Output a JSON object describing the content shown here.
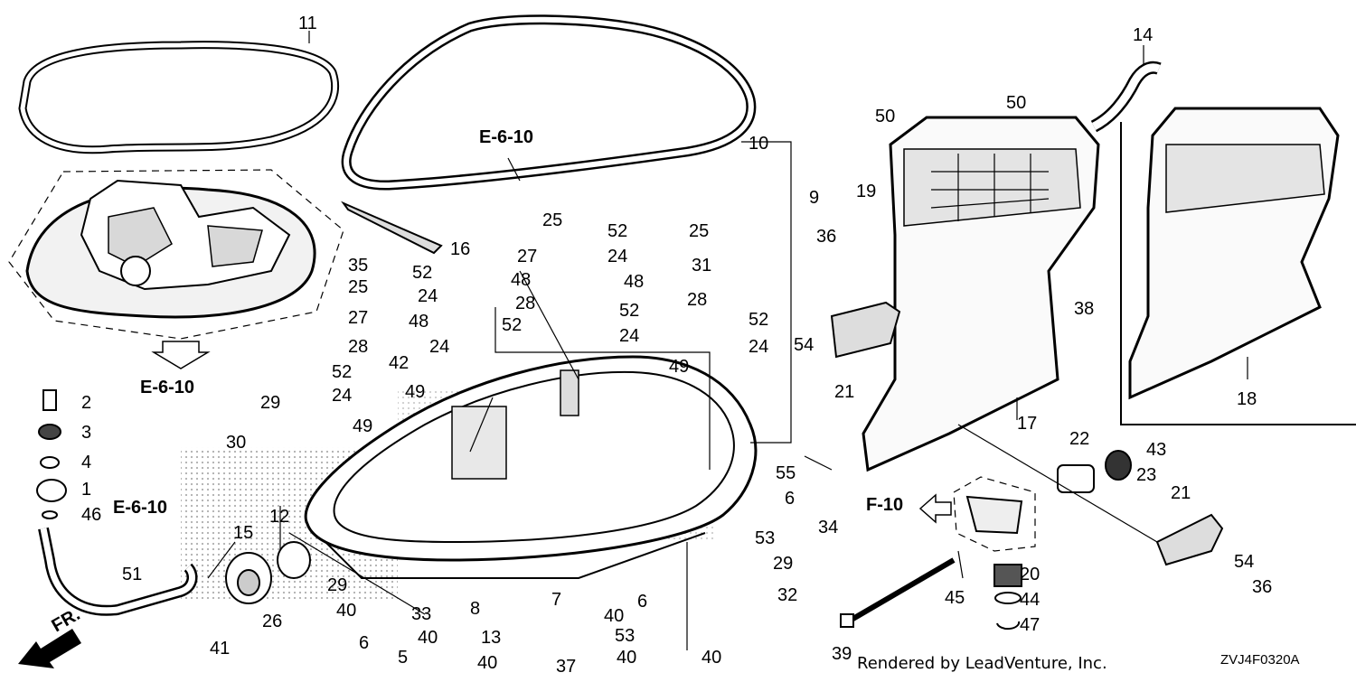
{
  "diagram": {
    "callouts": {
      "n1": "1",
      "n2": "2",
      "n3": "3",
      "n4": "4",
      "n5": "5",
      "n6a": "6",
      "n6b": "6",
      "n6c": "6",
      "n7": "7",
      "n8": "8",
      "n9": "9",
      "n10": "10",
      "n11": "11",
      "n12": "12",
      "n13": "13",
      "n14": "14",
      "n15": "15",
      "n16": "16",
      "n17": "17",
      "n18": "18",
      "n19": "19",
      "n20": "20",
      "n21a": "21",
      "n21b": "21",
      "n22": "22",
      "n23": "23",
      "n24a": "24",
      "n24b": "24",
      "n24c": "24",
      "n24d": "24",
      "n24e": "24",
      "n24f": "24",
      "n25a": "25",
      "n25b": "25",
      "n25c": "25",
      "n26": "26",
      "n27a": "27",
      "n27b": "27",
      "n28a": "28",
      "n28b": "28",
      "n28c": "28",
      "n29a": "29",
      "n29b": "29",
      "n29c": "29",
      "n30": "30",
      "n31": "31",
      "n32": "32",
      "n33": "33",
      "n34": "34",
      "n35": "35",
      "n36a": "36",
      "n36b": "36",
      "n37": "37",
      "n38": "38",
      "n39": "39",
      "n40a": "40",
      "n40b": "40",
      "n40c": "40",
      "n40d": "40",
      "n40e": "40",
      "n40f": "40",
      "n41": "41",
      "n42": "42",
      "n43": "43",
      "n44": "44",
      "n45": "45",
      "n46": "46",
      "n47": "47",
      "n48a": "48",
      "n48b": "48",
      "n49a": "49",
      "n49b": "49",
      "n49c": "49",
      "n50a": "50",
      "n50b": "50",
      "n51": "51",
      "n52a": "52",
      "n52b": "52",
      "n52c": "52",
      "n52d": "52",
      "n52e": "52",
      "n52f": "52",
      "n53a": "53",
      "n53b": "53",
      "n54a": "54",
      "n54b": "54",
      "n55": "55"
    },
    "refs": {
      "e610_top": "E-6-10",
      "e610_left": "E-6-10",
      "e610_hose": "E-6-10",
      "f10": "F-10",
      "fr": "FR."
    },
    "footer": {
      "rendered_by": "Rendered by LeadVenture, Inc.",
      "code": "ZVJ4F0320A"
    }
  }
}
